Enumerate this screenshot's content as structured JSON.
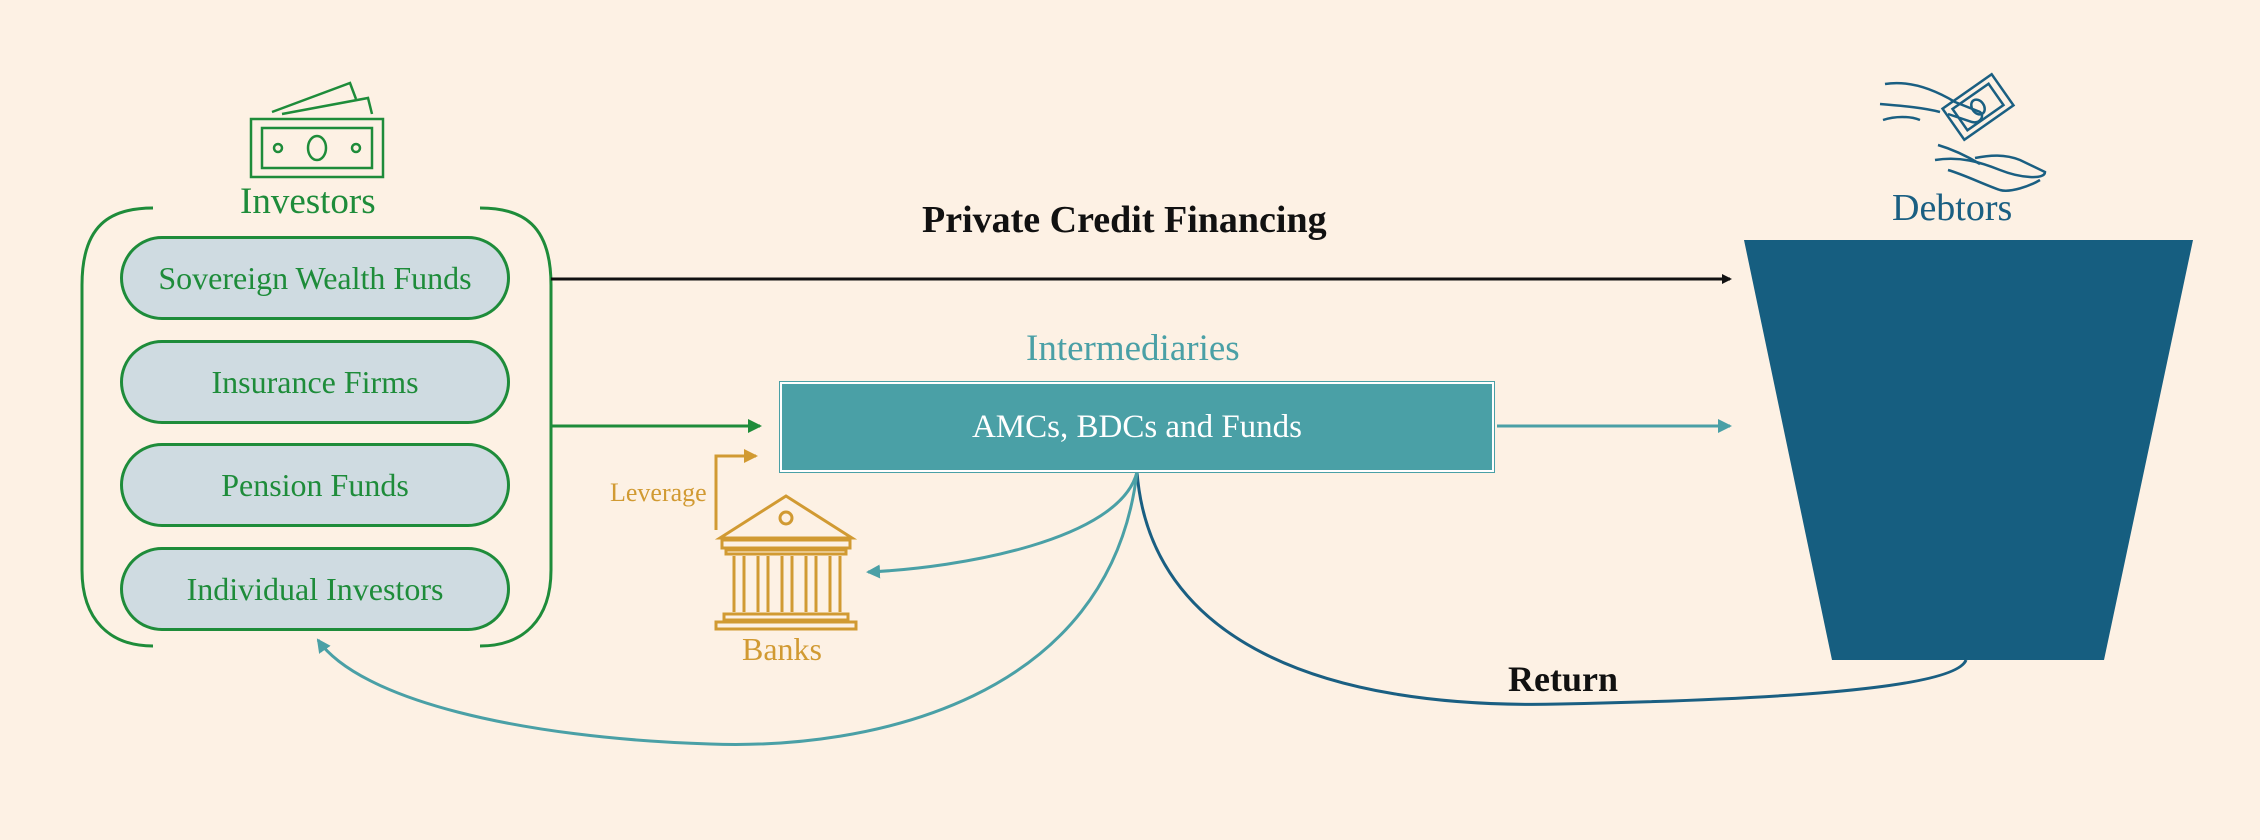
{
  "investors": {
    "title": "Investors",
    "items": [
      "Sovereign Wealth Funds",
      "Insurance Firms",
      "Pension Funds",
      "Individual Investors"
    ]
  },
  "flows": {
    "direct_label": "Private Credit Financing",
    "return_label": "Return",
    "leverage_label": "Leverage"
  },
  "intermediaries": {
    "title": "Intermediaries",
    "box_label": "AMCs, BDCs and Funds"
  },
  "banks": {
    "label": "Banks"
  },
  "debtors": {
    "label": "Debtors"
  },
  "icons": {
    "investors": "banknote-stack-icon",
    "banks": "bank-building-icon",
    "debtors": "hand-giving-money-icon"
  },
  "colors": {
    "background": "#fdf1e4",
    "investors": "#1e8c3a",
    "pill_fill": "#cfdbe1",
    "intermediaries": "#4aa0a6",
    "banks": "#d19a32",
    "debtors": "#1a5f82",
    "text_dark": "#111111"
  }
}
